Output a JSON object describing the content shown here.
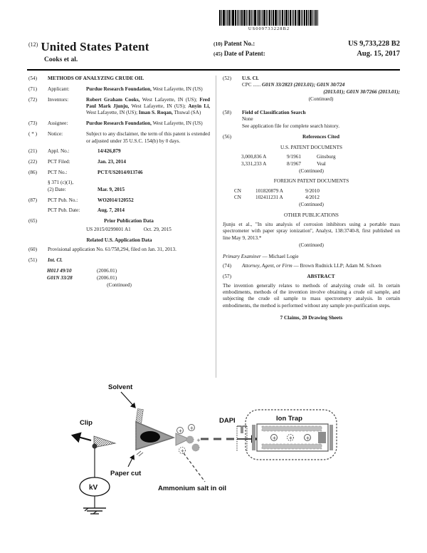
{
  "barcode": {
    "text": "US009733228B2"
  },
  "header": {
    "kind_tag": "(12)",
    "title": "United States Patent",
    "author_line": "Cooks et al.",
    "patent_no_tag": "(10)",
    "patent_no_label": "Patent No.:",
    "patent_no": "US 9,733,228 B2",
    "date_tag": "(45)",
    "date_label": "Date of Patent:",
    "date": "Aug. 15, 2017"
  },
  "left": {
    "title": {
      "tag": "(54)",
      "text": "METHODS OF ANALYZING CRUDE OIL"
    },
    "applicant": {
      "tag": "(71)",
      "label": "Applicant:",
      "name": "Purdue Research Foundation,",
      "rest": " West Lafayette, IN (US)"
    },
    "inventors": {
      "tag": "(72)",
      "label": "Inventors:",
      "list": [
        {
          "name": "Robert Graham Cooks,",
          "loc": " West Lafayette, IN (US); "
        },
        {
          "name": "Fred Paul Mark Jjunju,",
          "loc": " West Lafayette, IN (US); "
        },
        {
          "name": "Anyin Li,",
          "loc": " West Lafayette, IN (US); "
        },
        {
          "name": "Iman S. Roqan,",
          "loc": " Thuwal (SA)"
        }
      ]
    },
    "assignee": {
      "tag": "(73)",
      "label": "Assignee:",
      "name": "Purdue Research Foundation,",
      "rest": " West Lafayette, IN (US)"
    },
    "notice": {
      "tag": "( * )",
      "label": "Notice:",
      "text": "Subject to any disclaimer, the term of this patent is extended or adjusted under 35 U.S.C. 154(b) by 0 days."
    },
    "appl_no": {
      "tag": "(21)",
      "label": "Appl. No.:",
      "value": "14/426,879"
    },
    "pct_filed": {
      "tag": "(22)",
      "label": "PCT Filed:",
      "value": "Jan. 23, 2014"
    },
    "pct_no": {
      "tag": "(86)",
      "label": "PCT No.:",
      "value": "PCT/US2014/013746",
      "sub1": "§ 371 (c)(1),",
      "sub2_label": "(2) Date:",
      "sub2_value": "Mar. 9, 2015"
    },
    "pct_pub": {
      "tag": "(87)",
      "label": "PCT Pub. No.:",
      "value": "WO2014/120552",
      "date_label": "PCT Pub. Date:",
      "date_value": "Aug. 7, 2014"
    },
    "prior_pub": {
      "tag": "(65)",
      "heading": "Prior Publication Data",
      "number": "US 2015/0299001 A1",
      "date": "Oct. 29, 2015"
    },
    "related_heading": "Related U.S. Application Data",
    "provisional": {
      "tag": "(60)",
      "text": "Provisional application No. 61/758,294, filed on Jan. 31, 2013."
    },
    "int_cl": {
      "tag": "(51)",
      "label": "Int. Cl.",
      "rows": [
        {
          "code": "H01J 49/10",
          "year": "(2006.01)"
        },
        {
          "code": "G01N 33/28",
          "year": "(2006.01)"
        }
      ],
      "continued": "(Continued)"
    }
  },
  "right": {
    "us_cl": {
      "tag": "(52)",
      "label": "U.S. Cl.",
      "cpc_prefix": "CPC ......",
      "line1": "G01N 33/2823 (2013.01); G01N 30/724",
      "line2": "(2013.01); G01N 30/7266 (2013.01);",
      "continued": "(Continued)"
    },
    "field": {
      "tag": "(58)",
      "label": "Field of Classification Search",
      "none": "None",
      "see": "See application file for complete search history."
    },
    "refs": {
      "tag": "(56)",
      "heading": "References Cited",
      "us_heading": "U.S. PATENT DOCUMENTS",
      "us_rows": [
        {
          "num": "3,000,836 A",
          "date": "9/1961",
          "name": "Ginsburg"
        },
        {
          "num": "3,331,233 A",
          "date": "8/1967",
          "name": "Veal"
        }
      ],
      "continued1": "(Continued)",
      "foreign_heading": "FOREIGN PATENT DOCUMENTS",
      "foreign_rows": [
        {
          "cc": "CN",
          "num": "101820879 A",
          "date": "9/2010"
        },
        {
          "cc": "CN",
          "num": "102411231 A",
          "date": "4/2012"
        }
      ],
      "continued2": "(Continued)",
      "other_heading": "OTHER PUBLICATIONS",
      "other_text": "Jjunju et al., \"In situ analysis of corrosion inhibitors using a portable mass spectrometer with paper spray ionization\", Analyst, 138:3740-8, first published on line May 9, 2013.*",
      "continued3": "(Continued)"
    },
    "examiner": {
      "label": "Primary Examiner",
      "rest": " — Michael Logie"
    },
    "attorney": {
      "tag": "(74)",
      "label": "Attorney, Agent, or Firm",
      "rest": " — Brown Rudnick LLP; Adam M. Schoen"
    },
    "abstract": {
      "tag": "(57)",
      "heading": "ABSTRACT",
      "text": "The invention generally relates to methods of analyzing crude oil. In certain embodiments, methods of the invention involve obtaining a crude oil sample, and subjecting the crude oil sample to mass spectrometry analysis. In certain embodiments, the method is performed without any sample pre-purification steps."
    },
    "claims_line": "7 Claims, 20 Drawing Sheets"
  },
  "figure": {
    "solvent_label": "Solvent",
    "clip_label": "Clip",
    "paper_cut_label": "Paper cut",
    "ammonium_label": "Ammonium salt in oil",
    "dapi_label": "DAPI",
    "ion_trap_label": "Ion Trap",
    "kv_label": "kV"
  }
}
